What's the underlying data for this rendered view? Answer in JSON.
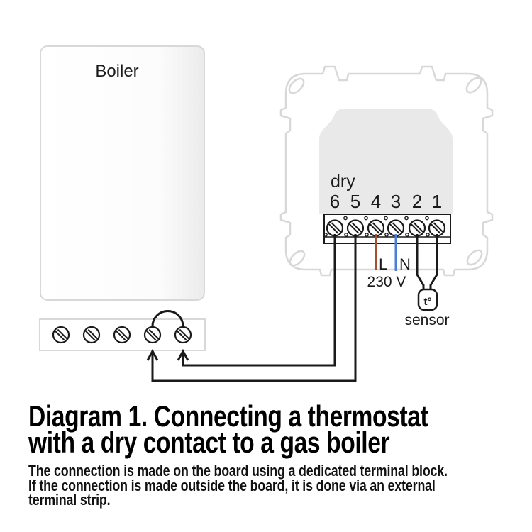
{
  "diagram": {
    "boiler_label": "Boiler",
    "plate": {
      "dry_label": "dry",
      "terminal_numbers": [
        "6",
        "5",
        "4",
        "3",
        "2",
        "1"
      ]
    },
    "labels": {
      "line": "L",
      "neutral": "N",
      "voltage": "230 V",
      "sensor_symbol": "t°",
      "sensor_label": "sensor"
    },
    "colors": {
      "line_wire": "#A7502F",
      "neutral_wire": "#4A7FD8",
      "wire_black": "#1A1A1A",
      "outline_gray": "#D8D8D8",
      "seat_gray": "#E9E9E9"
    }
  },
  "caption": {
    "title_line1": "Diagram 1. Connecting a thermostat",
    "title_line2": "with a dry contact to a gas boiler",
    "body_lines": [
      "The connection is made on the board using a dedicated terminal block.",
      "If the connection is made outside the board, it is done via an external",
      "terminal strip."
    ]
  }
}
